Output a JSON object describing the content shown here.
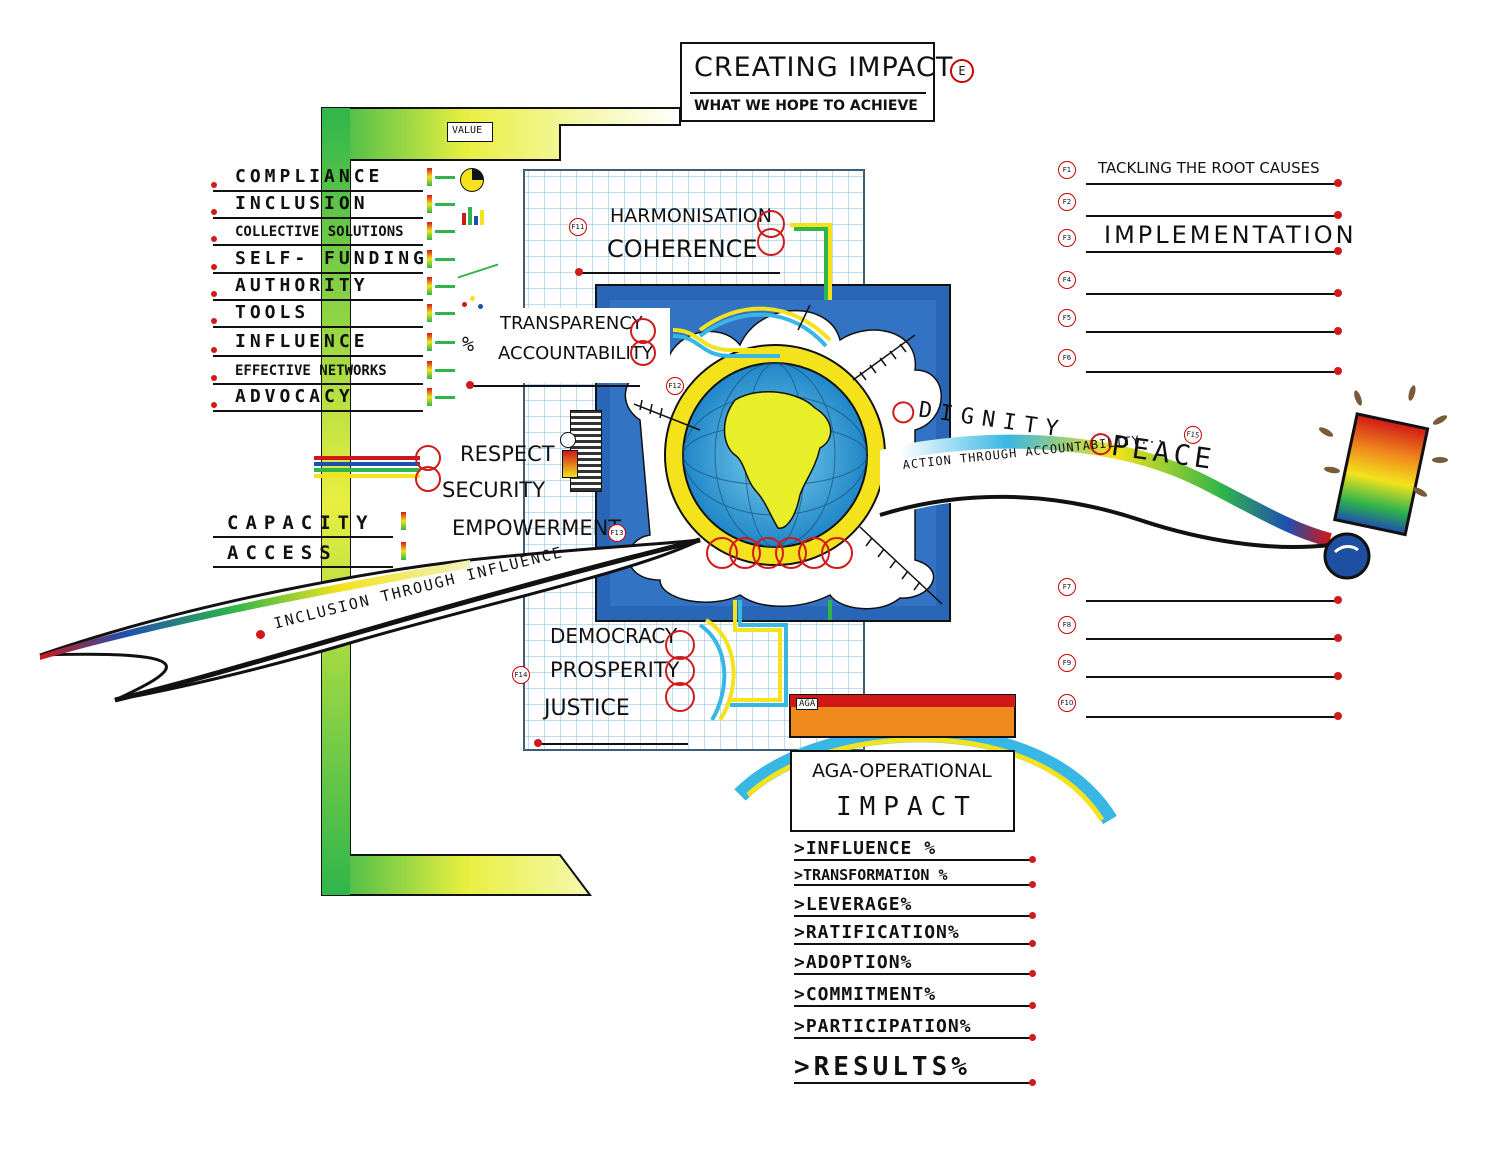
{
  "header": {
    "title": "CREATING IMPACT",
    "subtitle": "WHAT WE HOPE TO ACHIEVE",
    "badge": "E"
  },
  "value_label": "VALUE",
  "value_list": [
    "COMPLIANCE",
    "INCLUSION",
    "COLLECTIVE SOLUTIONS",
    "SELF- FUNDING",
    "AUTHORITY",
    "TOOLS",
    "INFLUENCE",
    "EFFECTIVE NETWORKS",
    "ADVOCACY"
  ],
  "influence_pct": "%",
  "lower_list": [
    "CAPACITY",
    "ACCESS"
  ],
  "f11": {
    "code": "F11",
    "lines": [
      "HARMONISATION",
      "COHERENCE"
    ]
  },
  "f12": {
    "code": "F12",
    "lines": [
      "TRANSPARENCY",
      "ACCOUNTABILITY"
    ]
  },
  "f13": {
    "code": "F13",
    "lines": [
      "RESPECT",
      "SECURITY",
      "EMPOWERMENT"
    ]
  },
  "f14": {
    "code": "F14",
    "lines": [
      "DEMOCRACY",
      "PROSPERITY",
      "JUSTICE"
    ]
  },
  "f15": {
    "code": "F15",
    "lines": [
      "DIGNITY",
      "PEACE"
    ]
  },
  "road_right_text": "ACTION THROUGH ACCOUNTABILITY...",
  "road_left_text": "INCLUSION THROUGH INFLUENCE",
  "right_list": [
    {
      "code": "F1",
      "text": "TACKLING THE ROOT CAUSES"
    },
    {
      "code": "F2",
      "text": ""
    },
    {
      "code": "F3",
      "text": "IMPLEMENTATION"
    },
    {
      "code": "F4",
      "text": ""
    },
    {
      "code": "F5",
      "text": ""
    },
    {
      "code": "F6",
      "text": ""
    }
  ],
  "right_list_lower": [
    {
      "code": "F7",
      "text": ""
    },
    {
      "code": "F8",
      "text": ""
    },
    {
      "code": "F9",
      "text": ""
    },
    {
      "code": "F10",
      "text": ""
    }
  ],
  "aga_tag": "AGA",
  "operational": {
    "title_line1": "AGA-OPERATIONAL",
    "title_line2": "IMPACT",
    "items": [
      ">INFLUENCE %",
      ">TRANSFORMATION %",
      ">LEVERAGE%",
      ">RATIFICATION%",
      ">ADOPTION%",
      ">COMMITMENT%",
      ">PARTICIPATION%",
      ">RESULTS%"
    ]
  },
  "colors": {
    "accent_red": "#d11a1a",
    "blue": "#1f5fb0",
    "green": "#34b34a",
    "yellow": "#f3e21c",
    "grid": "#7fb8e6"
  }
}
